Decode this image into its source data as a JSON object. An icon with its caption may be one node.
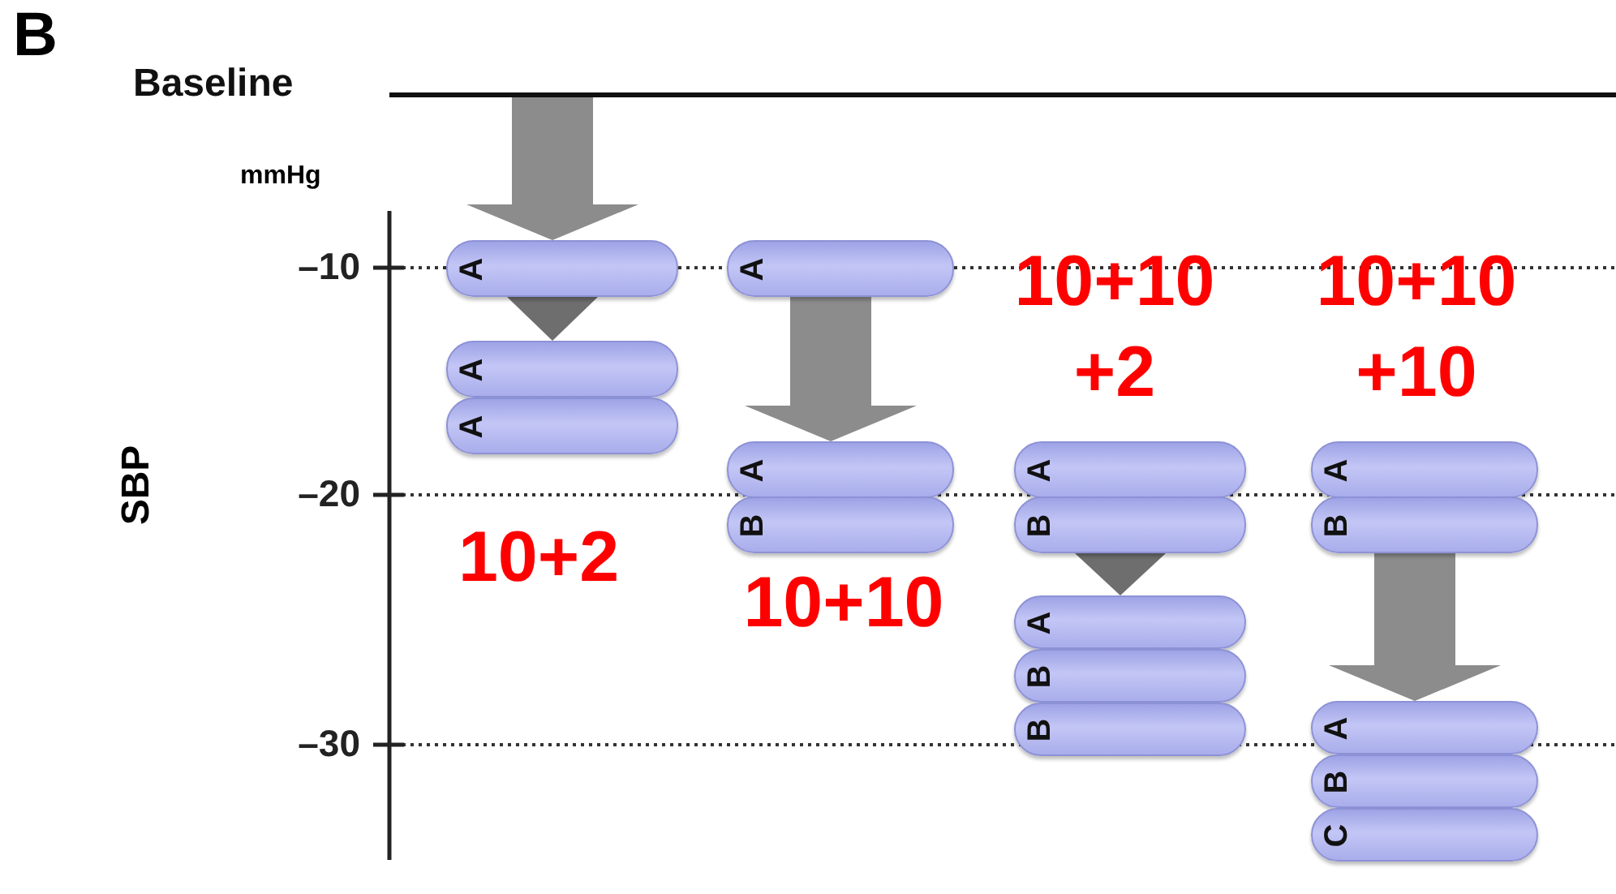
{
  "diagram": {
    "nodes": [
      {
        "text": [
          "Baseline"
        ]
      },
      {
        "text": [
          "A"
        ]
      },
      {
        "text": [
          "A"
        ]
      },
      {
        "text": [
          "A"
        ]
      },
      {
        "text": [
          "A"
        ]
      },
      {
        "text": [
          "A"
        ]
      },
      {
        "text": [
          "B"
        ]
      },
      {
        "text": [
          "A"
        ]
      },
      {
        "text": [
          "B"
        ]
      },
      {
        "text": [
          "A"
        ]
      },
      {
        "text": [
          "B"
        ]
      },
      {
        "text": [
          "B"
        ]
      },
      {
        "text": [
          "A"
        ]
      },
      {
        "text": [
          "B"
        ]
      },
      {
        "text": [
          "A"
        ]
      },
      {
        "text": [
          "B"
        ]
      },
      {
        "text": [
          "C"
        ]
      }
    ],
    "edges": [
      {
        "from": 0,
        "to": 1,
        "arrow": "to"
      },
      {
        "from": 1,
        "to": 2,
        "arrow": "to",
        "color": "#6e6e6e"
      },
      {
        "from": 4,
        "to": 5,
        "arrow": "to"
      },
      {
        "from": 8,
        "to": 9,
        "arrow": "to",
        "color": "#6e6e6e"
      },
      {
        "from": 13,
        "to": 14,
        "arrow": "to"
      }
    ],
    "labels": [
      "B",
      "mmHg",
      "–10",
      "10+10 +2",
      "10+10 +10",
      "–20",
      "SBP",
      "10+2",
      "10+10",
      "–30"
    ]
  }
}
